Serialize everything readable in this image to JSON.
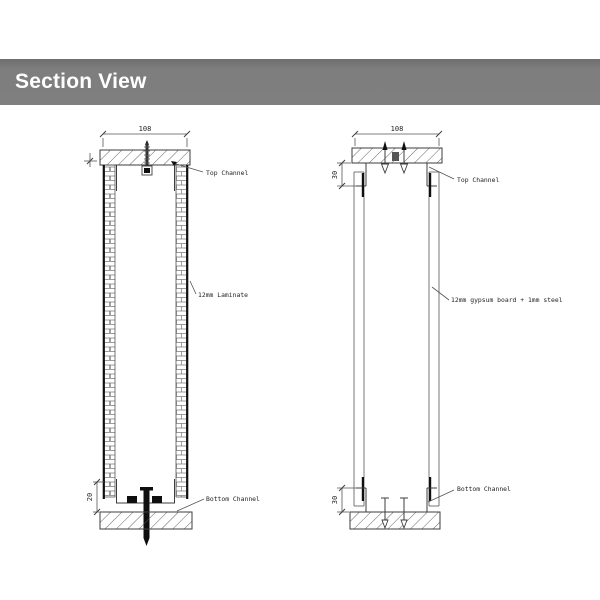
{
  "header": {
    "title": "Section View",
    "bg_color": "#7e7e7e",
    "text_color": "#ffffff"
  },
  "drawings": {
    "left": {
      "width_dim": "108",
      "bottom_dim": "20",
      "labels": {
        "top": "Top Channel",
        "middle": "12mm Laminate",
        "bottom": "Bottom Channel"
      }
    },
    "right": {
      "width_dim": "108",
      "top_dim": "30",
      "bottom_dim": "30",
      "labels": {
        "top": "Top Channel",
        "middle": "12mm gypsum board + 1mm steel",
        "bottom": "Bottom Channel"
      }
    }
  },
  "colors": {
    "line": "#3d3d3d",
    "solid_fill": "#0f0f0f",
    "text": "#222222"
  }
}
